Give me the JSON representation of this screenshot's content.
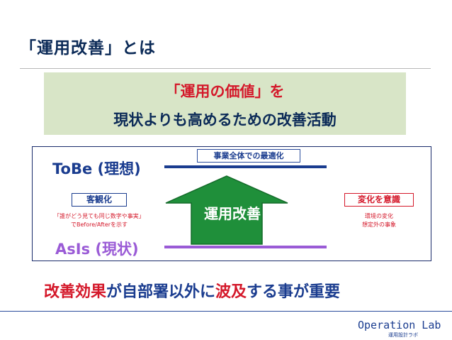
{
  "slide": {
    "title": "「運用改善」とは"
  },
  "highlight": {
    "line1": "「運用の価値」を",
    "line2": "現状よりも高めるための改善活動"
  },
  "diagram": {
    "tobe_label": "ToBe (理想)",
    "asis_label": "AsIs (現状)",
    "overall_label": "事業全体での最適化",
    "arrow_label": "運用改善",
    "objective": {
      "label": "客観化",
      "note1": "「誰がどう見ても同じ数字や事実」",
      "note2": "でBefore/Afterを示す"
    },
    "change": {
      "label": "変化を意識",
      "note1": "環境の変化",
      "note2": "想定外の事象"
    },
    "colors": {
      "tobe": "#1a3c8f",
      "asis": "#9a5bd6",
      "arrow": "#1f8f3a",
      "accent_red": "#d4182a"
    }
  },
  "bottom": {
    "part1": "改善効果",
    "part2": "が自部署以外に",
    "part3": "波及",
    "part4": "する事が重要"
  },
  "footer": {
    "brand": "Operation Lab",
    "subtitle": "運用設計ラボ"
  }
}
